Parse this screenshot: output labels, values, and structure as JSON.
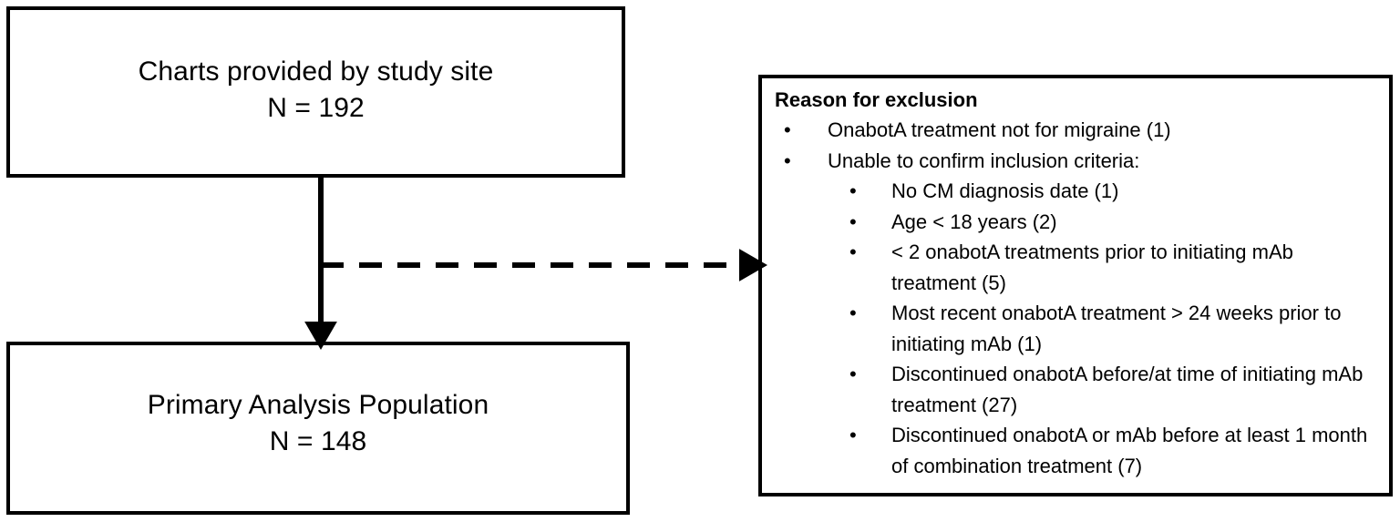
{
  "diagram": {
    "type": "study-flow-diagram",
    "nodes": {
      "charts_provided": {
        "line1": "Charts provided by study site",
        "line2": "N = 192"
      },
      "primary_analysis": {
        "line1": "Primary Analysis Population",
        "line2": "N = 148"
      },
      "exclusion": {
        "title": "Reason for exclusion",
        "bullets": [
          {
            "level": 1,
            "marker": "•",
            "text": "OnabotA treatment not for migraine (1)"
          },
          {
            "level": 1,
            "marker": "•",
            "text": "Unable to confirm inclusion criteria:"
          },
          {
            "level": 2,
            "marker": "•",
            "text": "No CM diagnosis date (1)"
          },
          {
            "level": 2,
            "marker": "•",
            "text": "Age < 18 years (2)"
          },
          {
            "level": 2,
            "marker": "•",
            "text": "< 2 onabotA treatments prior to initiating mAb treatment (5)"
          },
          {
            "level": 2,
            "marker": "•",
            "text": "Most recent onabotA treatment > 24 weeks prior to initiating mAb (1)"
          },
          {
            "level": 2,
            "marker": "•",
            "text": "Discontinued onabotA before/at time of initiating mAb treatment (27)"
          },
          {
            "level": 2,
            "marker": "•",
            "text": "Discontinued onabotA or mAb before at least 1 month of combination treatment (7)"
          }
        ]
      }
    },
    "connectors": [
      {
        "name": "flow-arrow-down",
        "style": "solid",
        "from": "charts_provided",
        "to": "primary_analysis"
      },
      {
        "name": "exclusion-arrow-dashed",
        "style": "dashed",
        "from": "flow-arrow-down",
        "to": "exclusion"
      }
    ],
    "colors": {
      "stroke": "#000000",
      "background": "#ffffff",
      "text": "#000000"
    }
  }
}
